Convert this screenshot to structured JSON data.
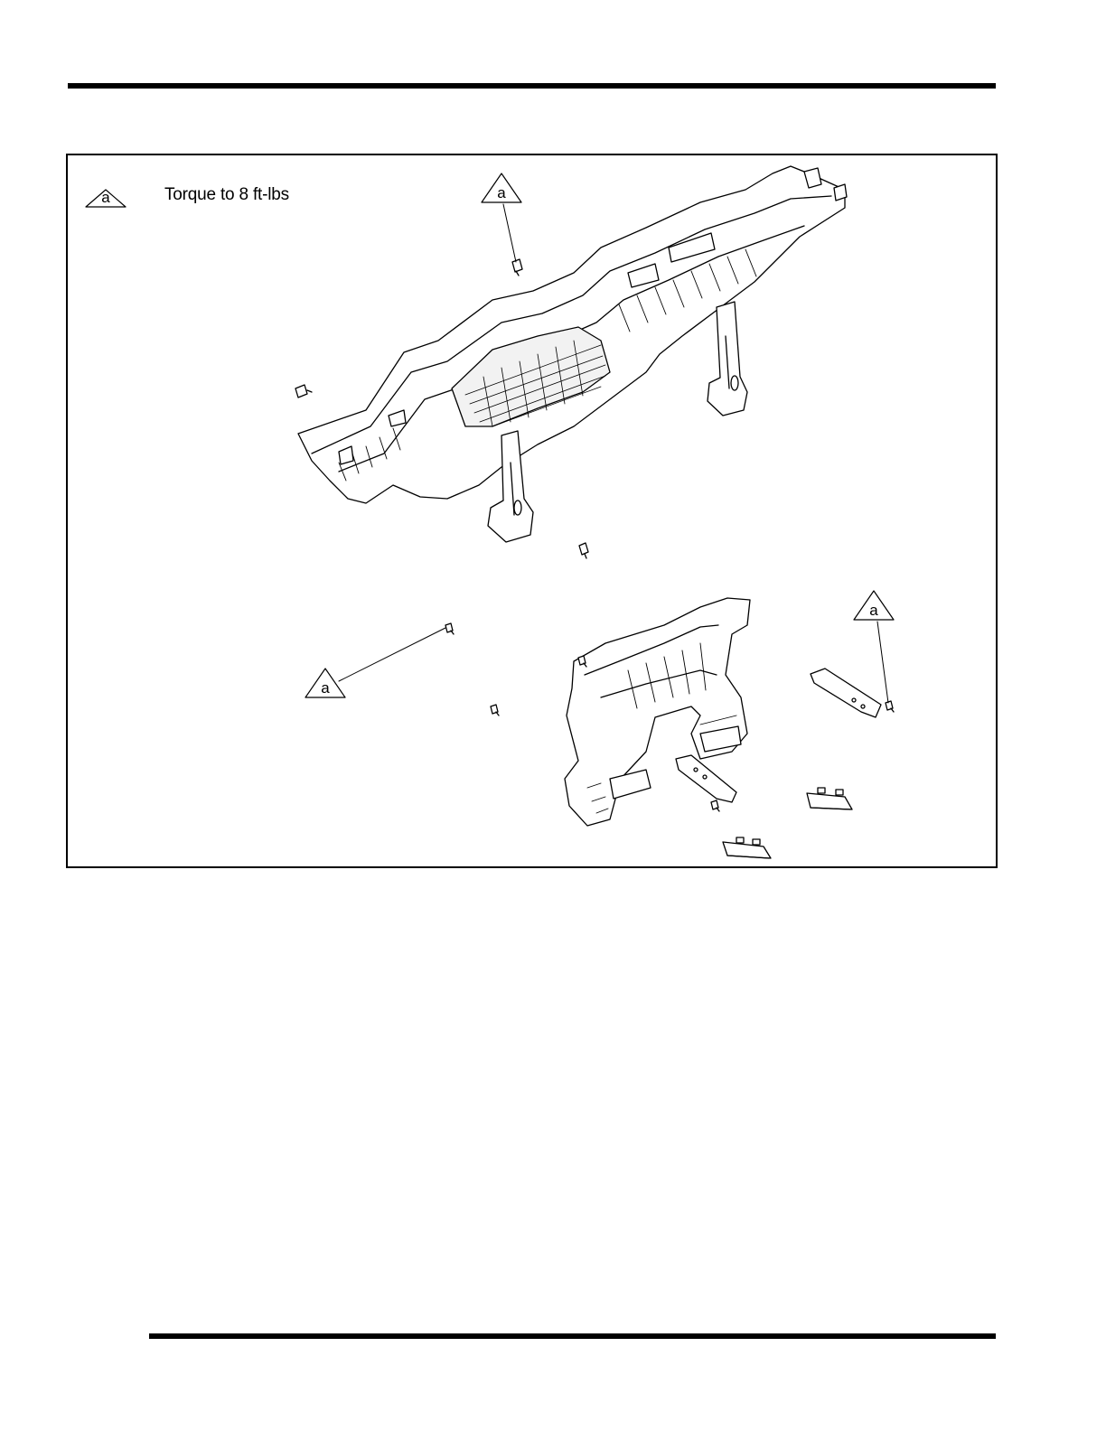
{
  "legend": {
    "symbol": "a",
    "text": "Torque to 8 ft-lbs"
  },
  "callouts": [
    {
      "id": "callout-top-bolt",
      "letter": "a"
    },
    {
      "id": "callout-left-bolt",
      "letter": "a"
    },
    {
      "id": "callout-right-bolt",
      "letter": "a"
    }
  ],
  "colors": {
    "line": "#000000",
    "background": "#ffffff",
    "shade": "#e6e6e6"
  }
}
